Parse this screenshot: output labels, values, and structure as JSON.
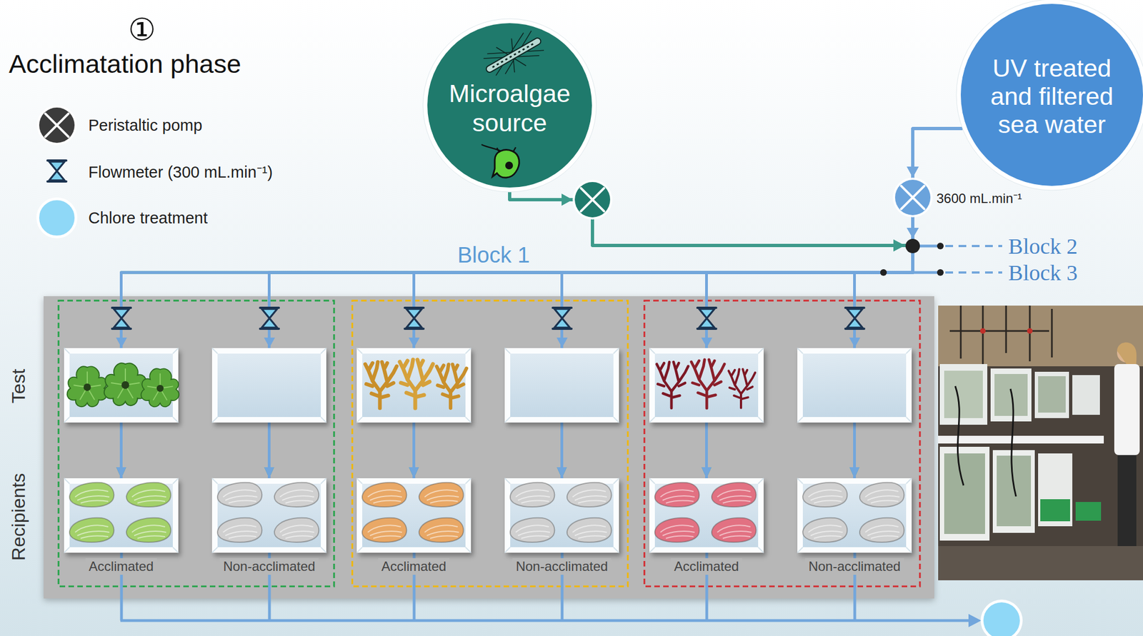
{
  "diagram": {
    "title": "Acclimatation phase",
    "nodes": [
      {
        "text": [
          "Microalgae source"
        ]
      },
      {
        "text": [
          "UV treated and filtered sea water"
        ]
      },
      {
        "text": [
          "Acclimated"
        ]
      },
      {
        "text": [
          "Non-acclimated"
        ]
      },
      {
        "text": [
          "Acclimated"
        ]
      },
      {
        "text": [
          "Non-acclimated"
        ]
      },
      {
        "text": [
          "Acclimated"
        ]
      },
      {
        "text": [
          "Non-acclimated"
        ]
      }
    ],
    "edges": [
      {
        "from": 0,
        "to": 2,
        "arrow": "to"
      },
      {
        "from": 0,
        "to": 3,
        "arrow": "to"
      },
      {
        "from": 0,
        "to": 4,
        "arrow": "to"
      },
      {
        "from": 0,
        "to": 5,
        "arrow": "to"
      },
      {
        "from": 0,
        "to": 6,
        "arrow": "to"
      },
      {
        "from": 0,
        "to": 7,
        "arrow": "to"
      },
      {
        "from": 1,
        "to": 2,
        "arrow": "to"
      },
      {
        "from": 1,
        "to": 3,
        "arrow": "to"
      },
      {
        "from": 1,
        "to": 4,
        "arrow": "to"
      },
      {
        "from": 1,
        "to": 5,
        "arrow": "to"
      },
      {
        "from": 1,
        "to": 6,
        "arrow": "to"
      },
      {
        "from": 1,
        "to": 7,
        "arrow": "to"
      }
    ],
    "labels": [
      "①",
      "3600 mL.min⁻¹",
      "Block 1",
      "Block 2",
      "Block 3",
      "Test",
      "Recipients"
    ],
    "legend": [
      {
        "text": "Peristaltic pomp"
      },
      {
        "text": "Flowmeter (300 mL.min⁻¹)"
      },
      {
        "text": "Chlore treatment",
        "color": "#8fd8f7"
      }
    ]
  }
}
